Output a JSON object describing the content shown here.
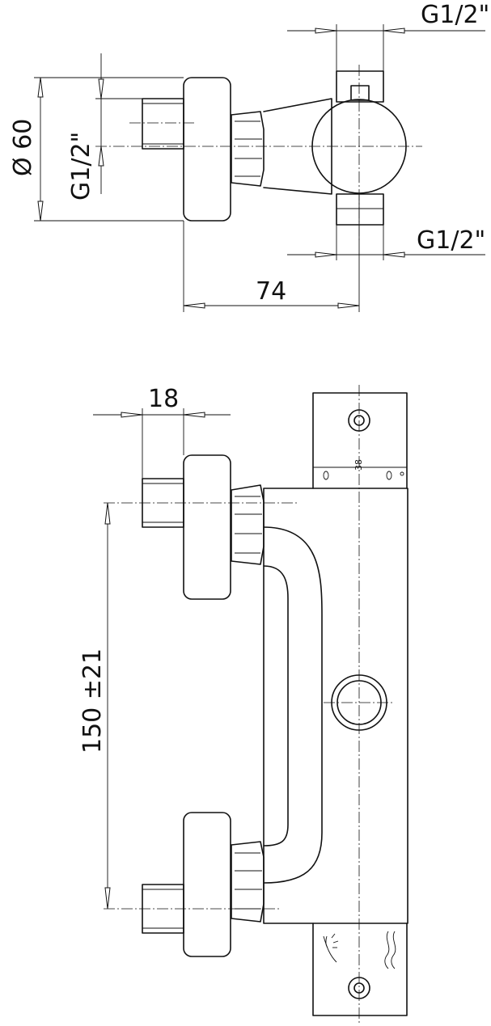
{
  "dimensions": {
    "inlet_top": "G1/2\"",
    "diameter": "Ø 60",
    "inlet_side": "G1/2\"",
    "outlet_bottom": "G1/2\"",
    "depth": "74",
    "connector_length": "18",
    "centers": "150 ±21"
  },
  "scale_marks": {
    "mark_38": "38"
  }
}
